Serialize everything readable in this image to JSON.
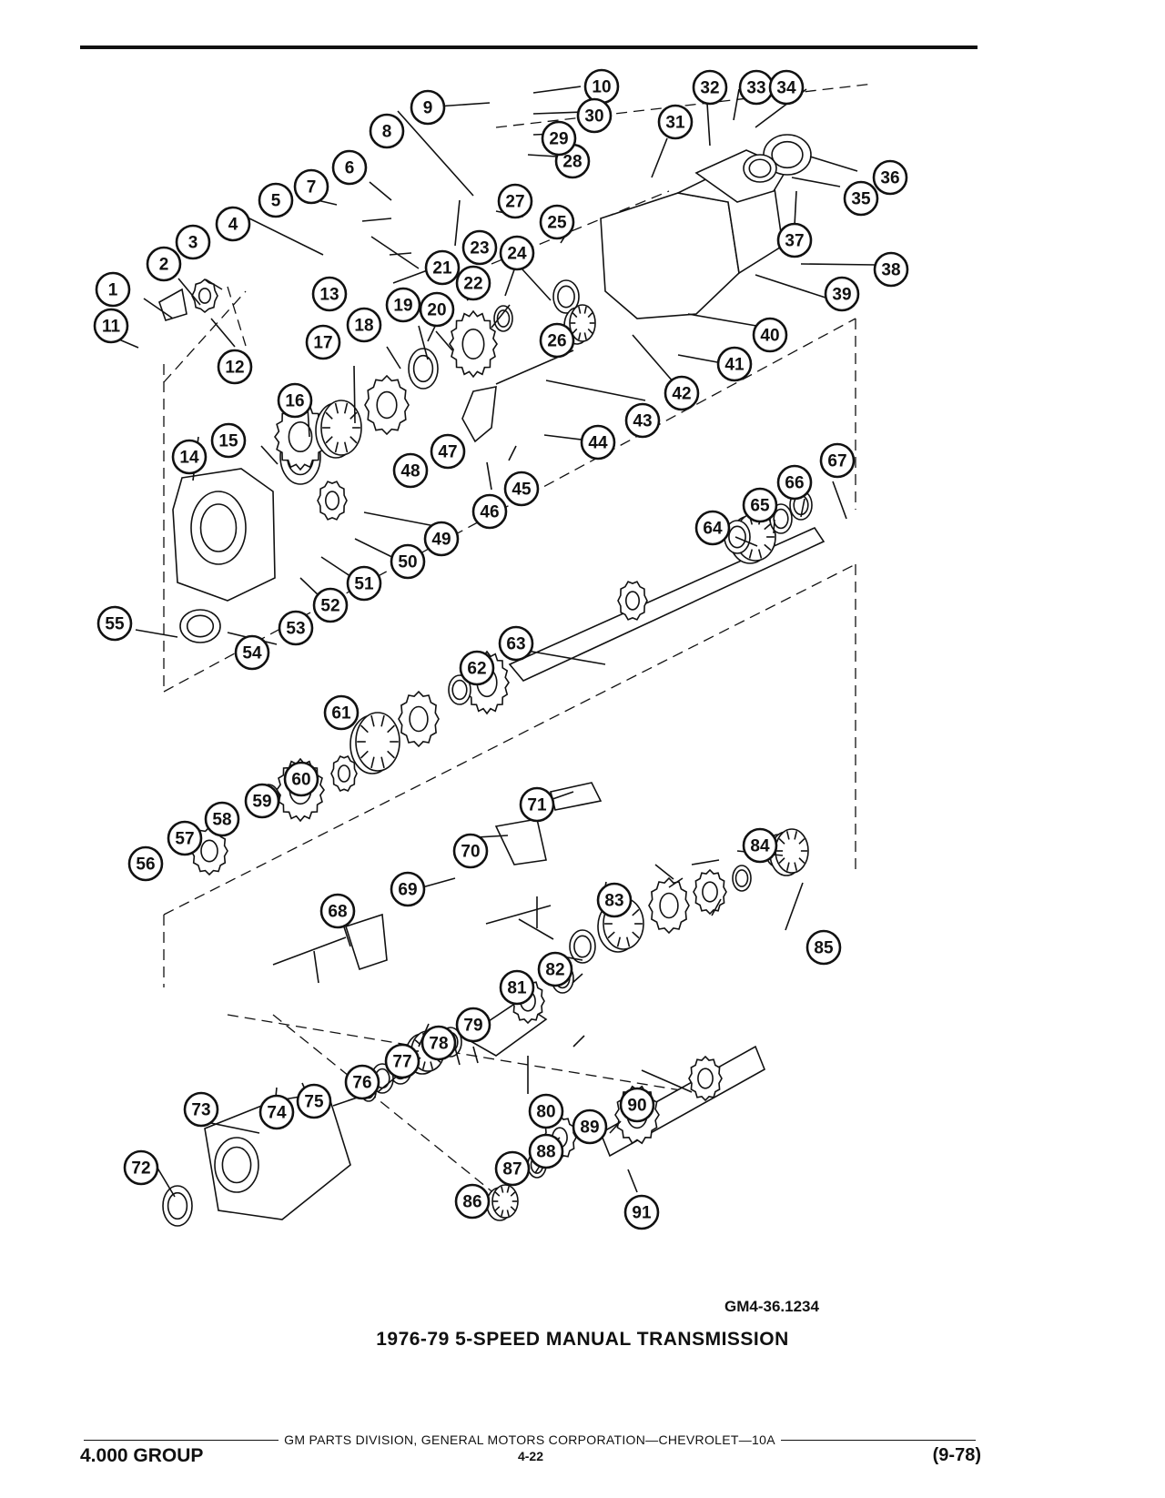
{
  "figure": {
    "reference_code": "GM4-36.1234",
    "caption": "1976-79 5-SPEED MANUAL TRANSMISSION"
  },
  "footer": {
    "division_line": "GM PARTS DIVISION, GENERAL MOTORS CORPORATION—CHEVROLET—10A",
    "group": "4.000 GROUP",
    "page_number": "4-22",
    "date_code": "(9-78)"
  },
  "callouts": [
    "1",
    "2",
    "3",
    "4",
    "5",
    "6",
    "7",
    "8",
    "9",
    "10",
    "11",
    "12",
    "13",
    "14",
    "15",
    "16",
    "17",
    "18",
    "19",
    "20",
    "21",
    "22",
    "23",
    "24",
    "25",
    "26",
    "27",
    "28",
    "29",
    "30",
    "31",
    "32",
    "33",
    "34",
    "35",
    "36",
    "37",
    "38",
    "39",
    "40",
    "41",
    "42",
    "43",
    "44",
    "45",
    "46",
    "47",
    "48",
    "49",
    "50",
    "51",
    "52",
    "53",
    "54",
    "55",
    "56",
    "57",
    "58",
    "59",
    "60",
    "61",
    "62",
    "63",
    "64",
    "65",
    "66",
    "67",
    "68",
    "69",
    "70",
    "71",
    "72",
    "73",
    "74",
    "75",
    "76",
    "77",
    "78",
    "79",
    "80",
    "81",
    "82",
    "83",
    "84",
    "85",
    "86",
    "87",
    "88",
    "89",
    "90",
    "91"
  ]
}
